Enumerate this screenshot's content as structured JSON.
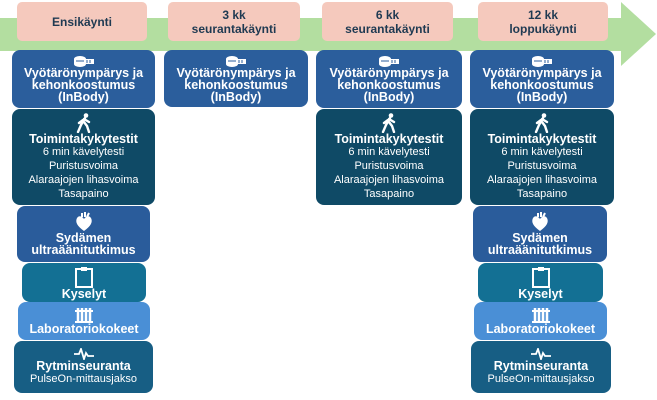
{
  "colors": {
    "arrow": "#b3dea0",
    "header": "#f5c9bd",
    "body": "#2b5e9c",
    "function": "#0f4a66",
    "heart": "#2a5c9b",
    "survey": "#137094",
    "lab": "#4a8fd6",
    "rhythm": "#175e84"
  },
  "columns": [
    {
      "header": "Ensikäynti"
    },
    {
      "header": "3 kk\nseurantakäynti"
    },
    {
      "header": "6 kk\nseurantakäynti"
    },
    {
      "header": "12 kk\nloppukäynti"
    }
  ],
  "cards": {
    "body": {
      "title": "Vyötärönympärys ja kehonkoostumus (InBody)",
      "icon": "tape-measure-icon"
    },
    "function": {
      "title": "Toimintakykytestit",
      "icon": "walking-person-icon",
      "items": [
        "6 min kävelytesti",
        "Puristusvoima",
        "Alaraajojen lihasvoima",
        "Tasapaino"
      ]
    },
    "heart": {
      "title": "Sydämen ultraäänitutkimus",
      "icon": "heart-icon"
    },
    "survey": {
      "title": "Kyselyt",
      "icon": "clipboard-icon"
    },
    "lab": {
      "title": "Laboratoriokokeet",
      "icon": "test-tubes-icon"
    },
    "rhythm": {
      "title": "Rytminseuranta",
      "subtitle": "PulseOn-mittausjakso",
      "icon": "heartbeat-icon"
    }
  }
}
